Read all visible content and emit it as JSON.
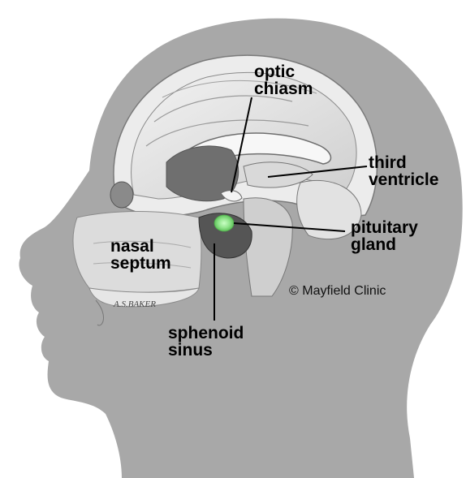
{
  "labels": {
    "optic_chiasm": [
      "optic",
      "chiasm"
    ],
    "third_ventricle": [
      "third",
      "ventricle"
    ],
    "pituitary_gland": [
      "pituitary",
      "gland"
    ],
    "nasal_septum": [
      "nasal",
      "septum"
    ],
    "sphenoid_sinus": [
      "sphenoid",
      "sinus"
    ]
  },
  "credit": "© Mayfield Clinic",
  "signature": "A.S.BAKER",
  "colors": {
    "head_silhouette": "#a8a8a8",
    "background": "#ffffff",
    "pituitary_highlight": "#8fe38a",
    "label_text": "#000000"
  }
}
